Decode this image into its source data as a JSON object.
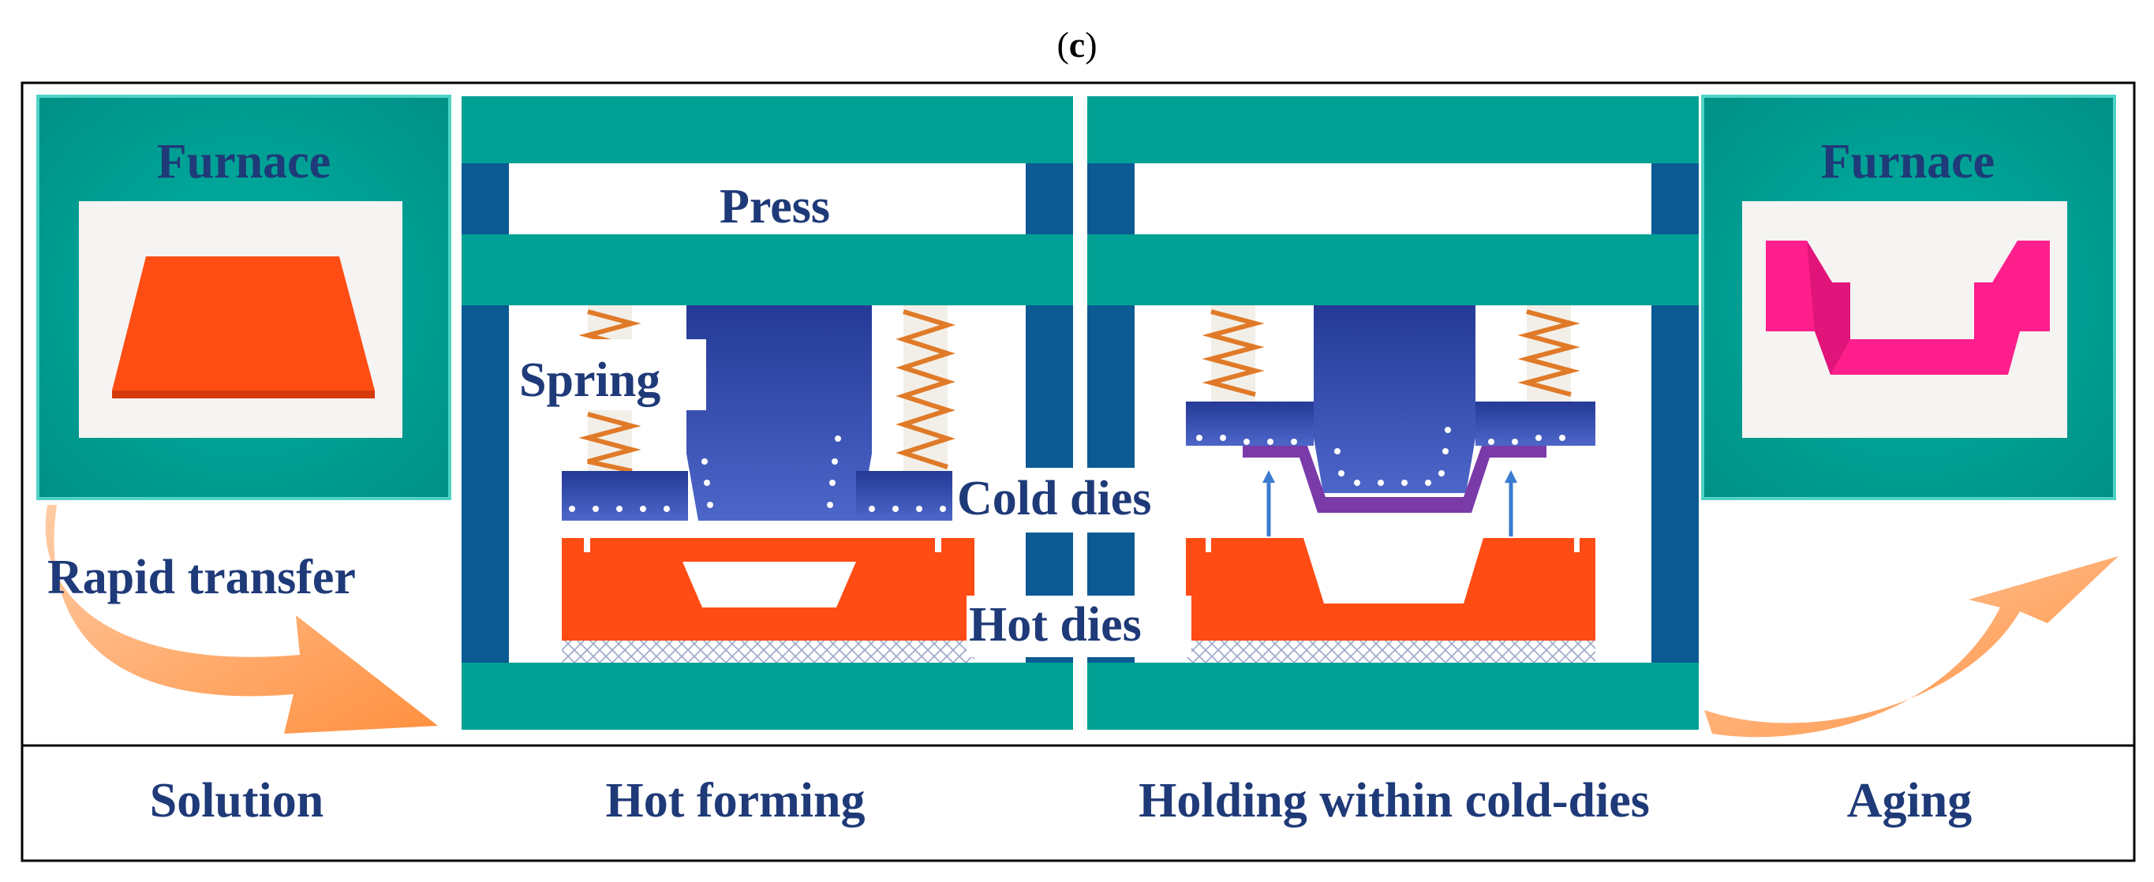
{
  "figure_label_open": "(",
  "figure_label_letter": "c",
  "figure_label_close": ")",
  "labels": {
    "furnace_left": "Furnace",
    "furnace_right": "Furnace",
    "press": "Press",
    "spring": "Spring",
    "cold_dies": "Cold dies",
    "hot_dies": "Hot dies",
    "rapid_transfer": "Rapid transfer"
  },
  "stages": [
    "Solution",
    "Hot forming",
    "Holding within cold-dies",
    "Aging"
  ],
  "colors": {
    "teal": "#00a194",
    "frame_column": "#0b5a93",
    "die_blue": "#2f45a8",
    "hot_die": "#ff4b14",
    "blank_left": "#ff4d14",
    "part_right": "#ff1f8c",
    "part_purple": "#7a3aa8",
    "arrow_orange": "#ff9a4a",
    "label_text": "#1f3a78",
    "spring_orange": "#e07a28"
  },
  "icons": [
    "curved-arrow-icon",
    "up-arrow-icon",
    "spring-coil-icon"
  ]
}
